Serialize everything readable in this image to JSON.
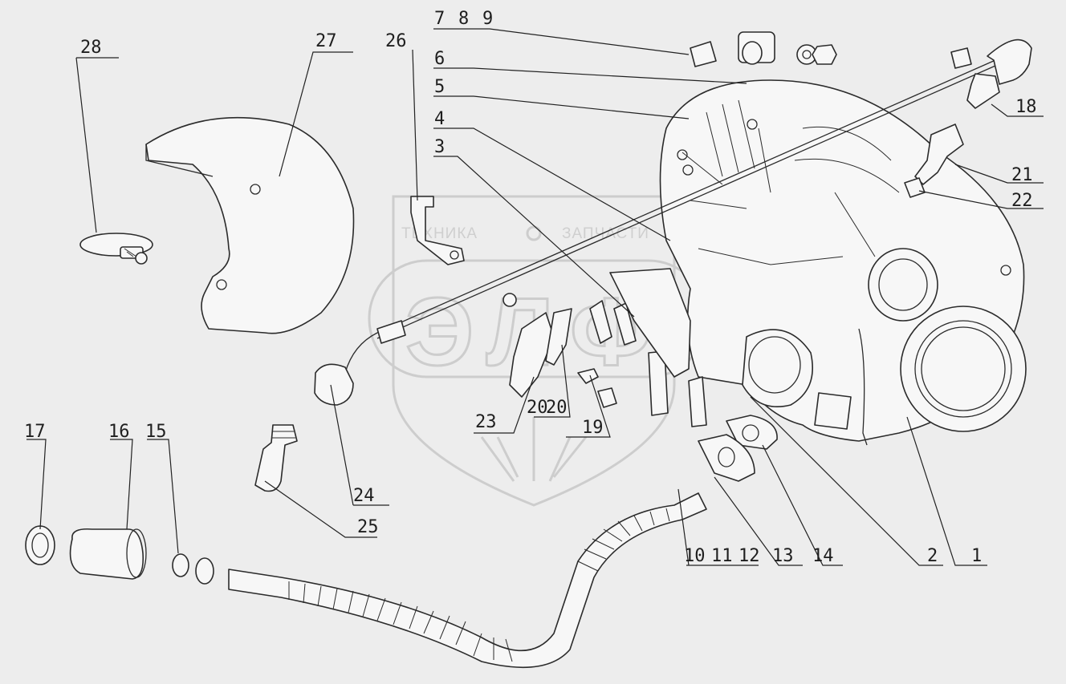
{
  "watermark": {
    "left_word": "ТЕХНИКА",
    "right_word": "ЗАПЧАСТИ",
    "monogram": "ЭЛФ",
    "color": "#cdcdcd"
  },
  "line_color": "#2b2b2b",
  "background": "#ededed",
  "callouts": {
    "c1": "1",
    "c2": "2",
    "c3": "3",
    "c4": "4",
    "c5": "5",
    "c6": "6",
    "c7": "7",
    "c8": "8",
    "c9": "9",
    "c10": "10",
    "c11": "11",
    "c12": "12",
    "c13": "13",
    "c14": "14",
    "c15": "15",
    "c16": "16",
    "c17": "17",
    "c18": "18",
    "c19": "19",
    "c20": "20",
    "c21": "21",
    "c22": "22",
    "c23": "23",
    "c24": "24",
    "c25": "25",
    "c26": "26",
    "c27": "27",
    "c28": "28",
    "c20b": "20"
  }
}
